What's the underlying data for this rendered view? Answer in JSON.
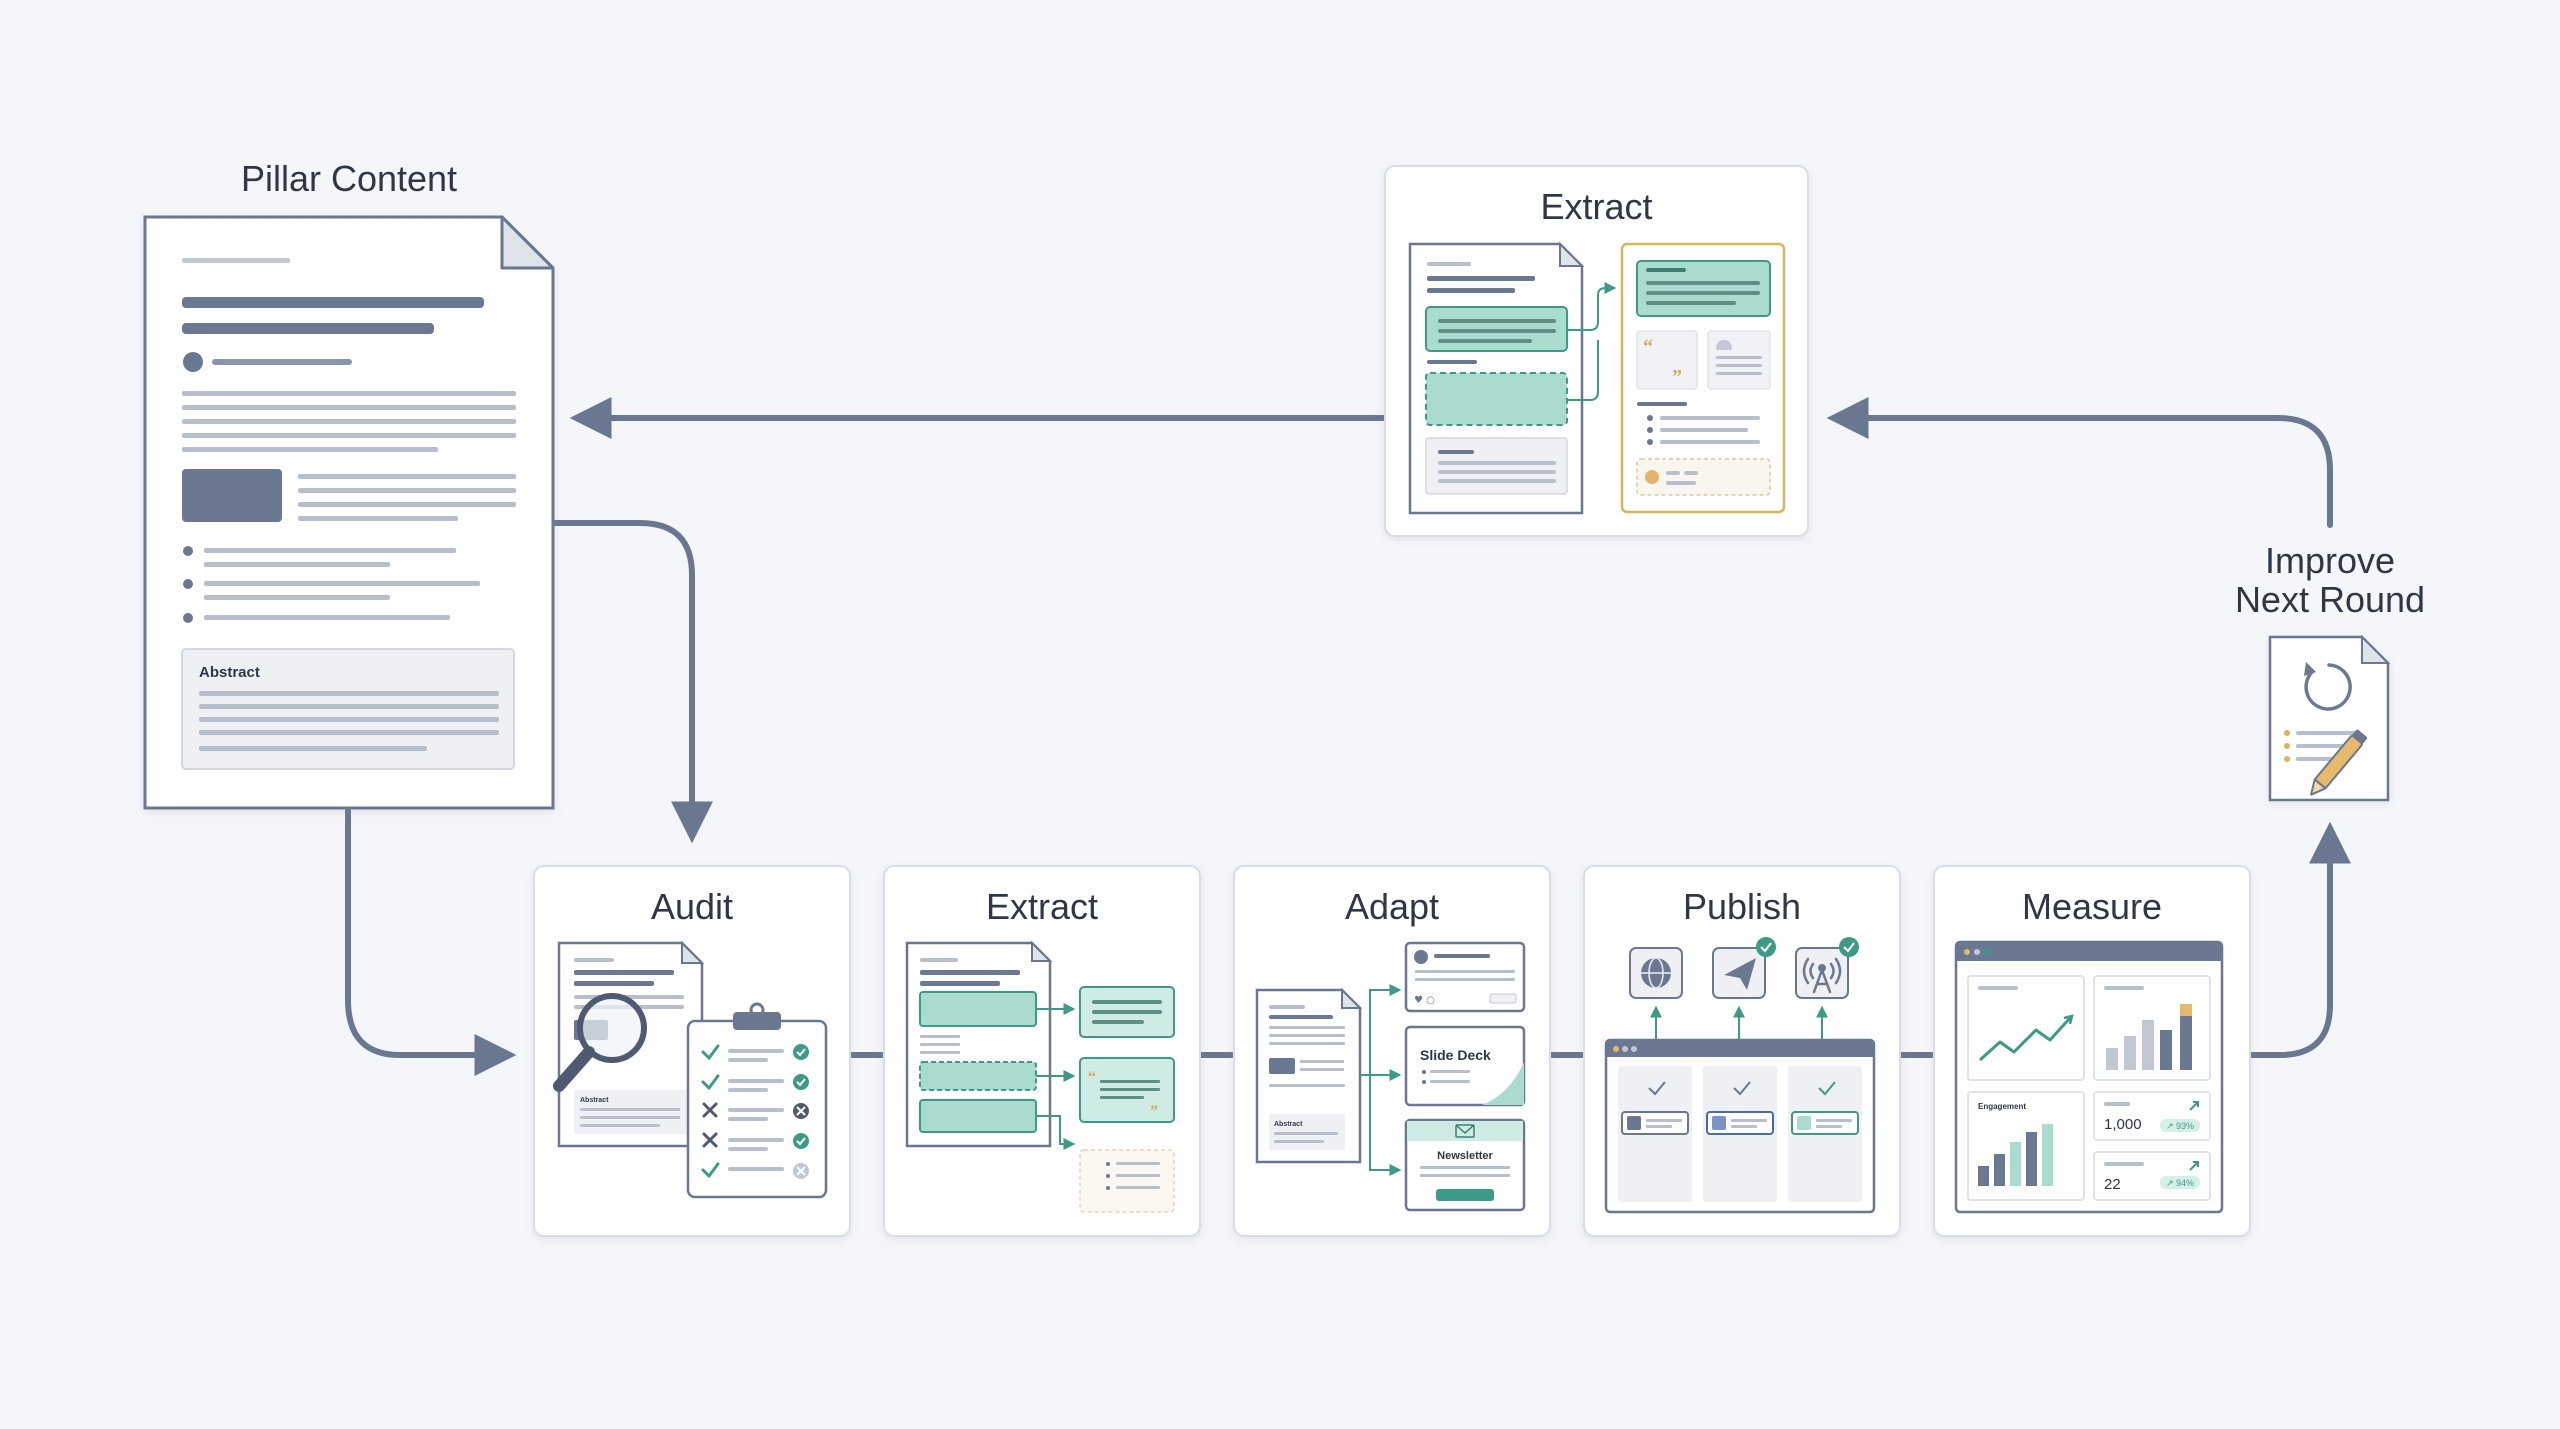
{
  "pillar": {
    "title": "Pillar Content",
    "abstract_label": "Abstract"
  },
  "extract_top": {
    "title": "Extract"
  },
  "improve": {
    "line1": "Improve",
    "line2": "Next Round"
  },
  "stages": [
    {
      "title": "Audit",
      "icon": "audit-clipboard-icon",
      "mini_abstract": "Abstract"
    },
    {
      "title": "Extract",
      "icon": "extract-blocks-icon"
    },
    {
      "title": "Adapt",
      "icon": "adapt-formats-icon",
      "slide_deck": "Slide Deck",
      "newsletter": "Newsletter",
      "mini_abstract": "Abstract"
    },
    {
      "title": "Publish",
      "icon": "publish-channels-icon"
    },
    {
      "title": "Measure",
      "icon": "measure-dashboard-icon",
      "engagement": "Engagement",
      "metric_1": "1,000",
      "metric_1_delta": "↗ 93%",
      "metric_2": "22",
      "metric_2_delta": "↗ 94%"
    }
  ],
  "colors": {
    "arrow": "#6a7791",
    "teal": "#9fd6c9",
    "teal_dark": "#3d9a86",
    "slate": "#6b7891",
    "gold": "#d8b45b"
  }
}
